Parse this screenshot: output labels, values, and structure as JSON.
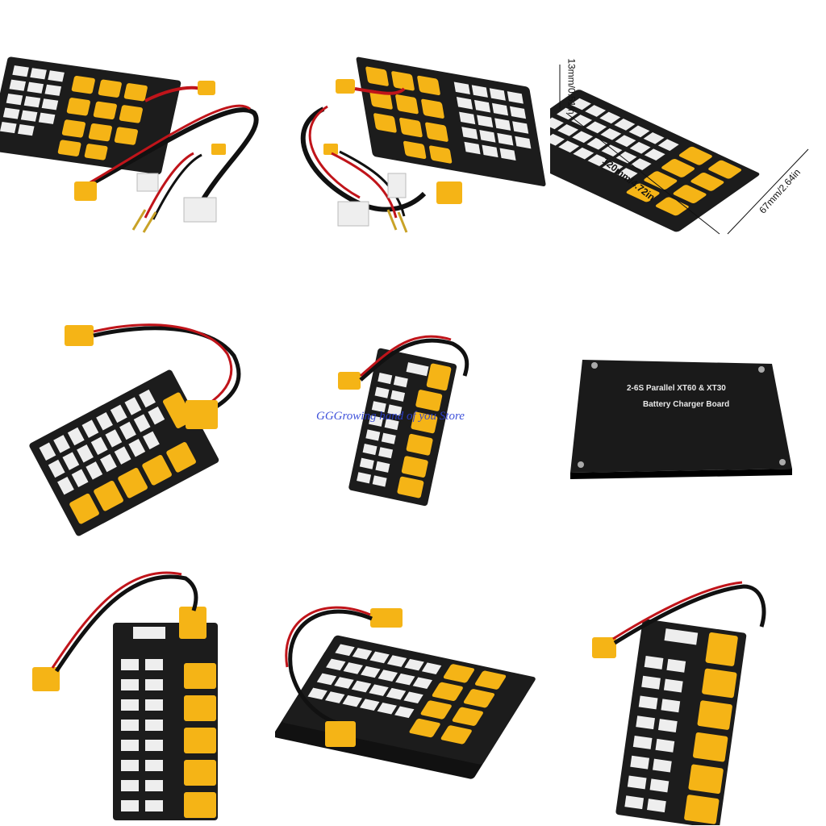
{
  "watermark": "GGGrowing hand of you Store",
  "dimensions": {
    "height": "13mm/0.51in",
    "length": "120mm/4.72in",
    "width": "67mm/2.64in"
  },
  "plate": {
    "line1": "2-6S  Parallel XT60 & XT30",
    "line2": "Battery Charger Board"
  },
  "colors": {
    "board": "#1c1c1c",
    "connector_yellow": "#f5b416",
    "balance_white": "#eeeeee",
    "wire_red": "#c0141a",
    "wire_black": "#111111"
  }
}
